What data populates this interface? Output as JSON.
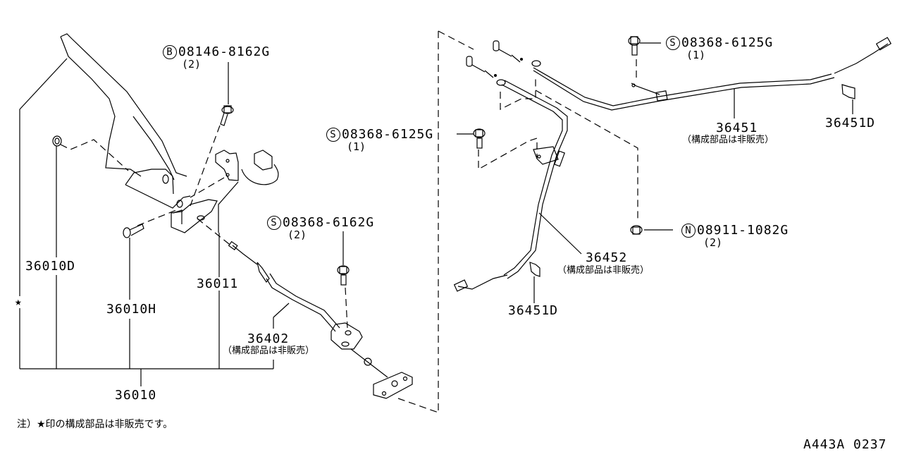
{
  "diagram": {
    "title_code": "A443A 0237",
    "note": "注）★印の構成部品は非販売です。",
    "star_symbol": "★",
    "not_sold_note": "（構成部品は非販売）",
    "parts": [
      {
        "id": "36010",
        "label": "36010"
      },
      {
        "id": "36010D",
        "label": "36010D"
      },
      {
        "id": "36010H",
        "label": "36010H"
      },
      {
        "id": "36011",
        "label": "36011"
      },
      {
        "id": "36402",
        "label": "36402",
        "sub": "（構成部品は非販売）"
      },
      {
        "id": "36451",
        "label": "36451",
        "sub": "（構成部品は非販売）"
      },
      {
        "id": "36451D_top",
        "label": "36451D"
      },
      {
        "id": "36451D_bottom",
        "label": "36451D"
      },
      {
        "id": "36452",
        "label": "36452",
        "sub": "（構成部品は非販売）"
      }
    ],
    "fasteners": [
      {
        "id": "bolt_b",
        "prefix": "B",
        "number": "08146-8162G",
        "qty": "(2)"
      },
      {
        "id": "bolt_s_6162",
        "prefix": "S",
        "number": "08368-6162G",
        "qty": "(2)"
      },
      {
        "id": "bolt_s_6125_mid",
        "prefix": "S",
        "number": "08368-6125G",
        "qty": "(1)"
      },
      {
        "id": "bolt_s_6125_top",
        "prefix": "S",
        "number": "08368-6125G",
        "qty": "(1)"
      },
      {
        "id": "nut_n",
        "prefix": "N",
        "number": "08911-1082G",
        "qty": "(2)"
      }
    ]
  }
}
